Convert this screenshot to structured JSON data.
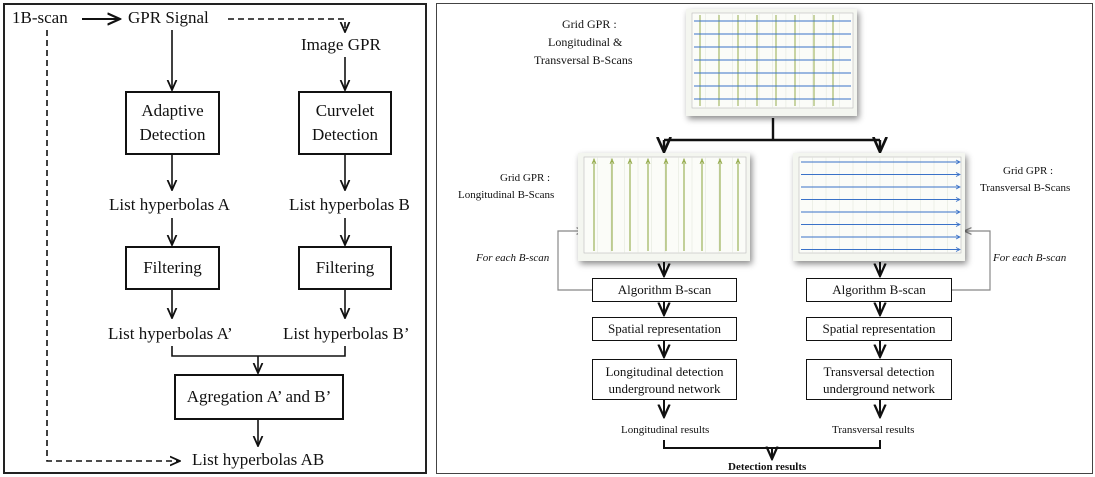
{
  "left": {
    "start": "1B-scan",
    "gpr_signal": "GPR Signal",
    "image_gpr": "Image GPR",
    "adaptive_l1": "Adaptive",
    "adaptive_l2": "Detection",
    "curvelet_l1": "Curvelet",
    "curvelet_l2": "Detection",
    "list_a": "List hyperbolas A",
    "list_b": "List hyperbolas B",
    "filtering_a": "Filtering",
    "filtering_b": "Filtering",
    "list_a2": "List hyperbolas A’",
    "list_b2": "List hyperbolas B’",
    "aggregation": "Agregation A’ and B’",
    "list_ab": "List hyperbolas AB"
  },
  "right": {
    "grid_title_l1": "Grid GPR :",
    "grid_title_l2": "Longitudinal &",
    "grid_title_l3": "Transversal B-Scans",
    "grid_long_l1": "Grid GPR :",
    "grid_long_l2": "Longitudinal B-Scans",
    "grid_trans_l1": "Grid GPR :",
    "grid_trans_l2": "Transversal B-Scans",
    "for_each_left": "For each B-scan",
    "for_each_right": "For each B-scan",
    "algo_left": "Algorithm B-scan",
    "algo_right": "Algorithm B-scan",
    "spatial_left": "Spatial representation",
    "spatial_right": "Spatial representation",
    "long_det_l1": "Longitudinal detection",
    "long_det_l2": "underground network",
    "trans_det_l1": "Transversal detection",
    "trans_det_l2": "underground network",
    "long_results": "Longitudinal results",
    "trans_results": "Transversal results",
    "detection_results": "Detection results"
  },
  "colors": {
    "grid_line_blue": "#3a72c8",
    "grid_line_green": "#8aa33a",
    "arrow": "#111111",
    "feedback": "#888888"
  }
}
